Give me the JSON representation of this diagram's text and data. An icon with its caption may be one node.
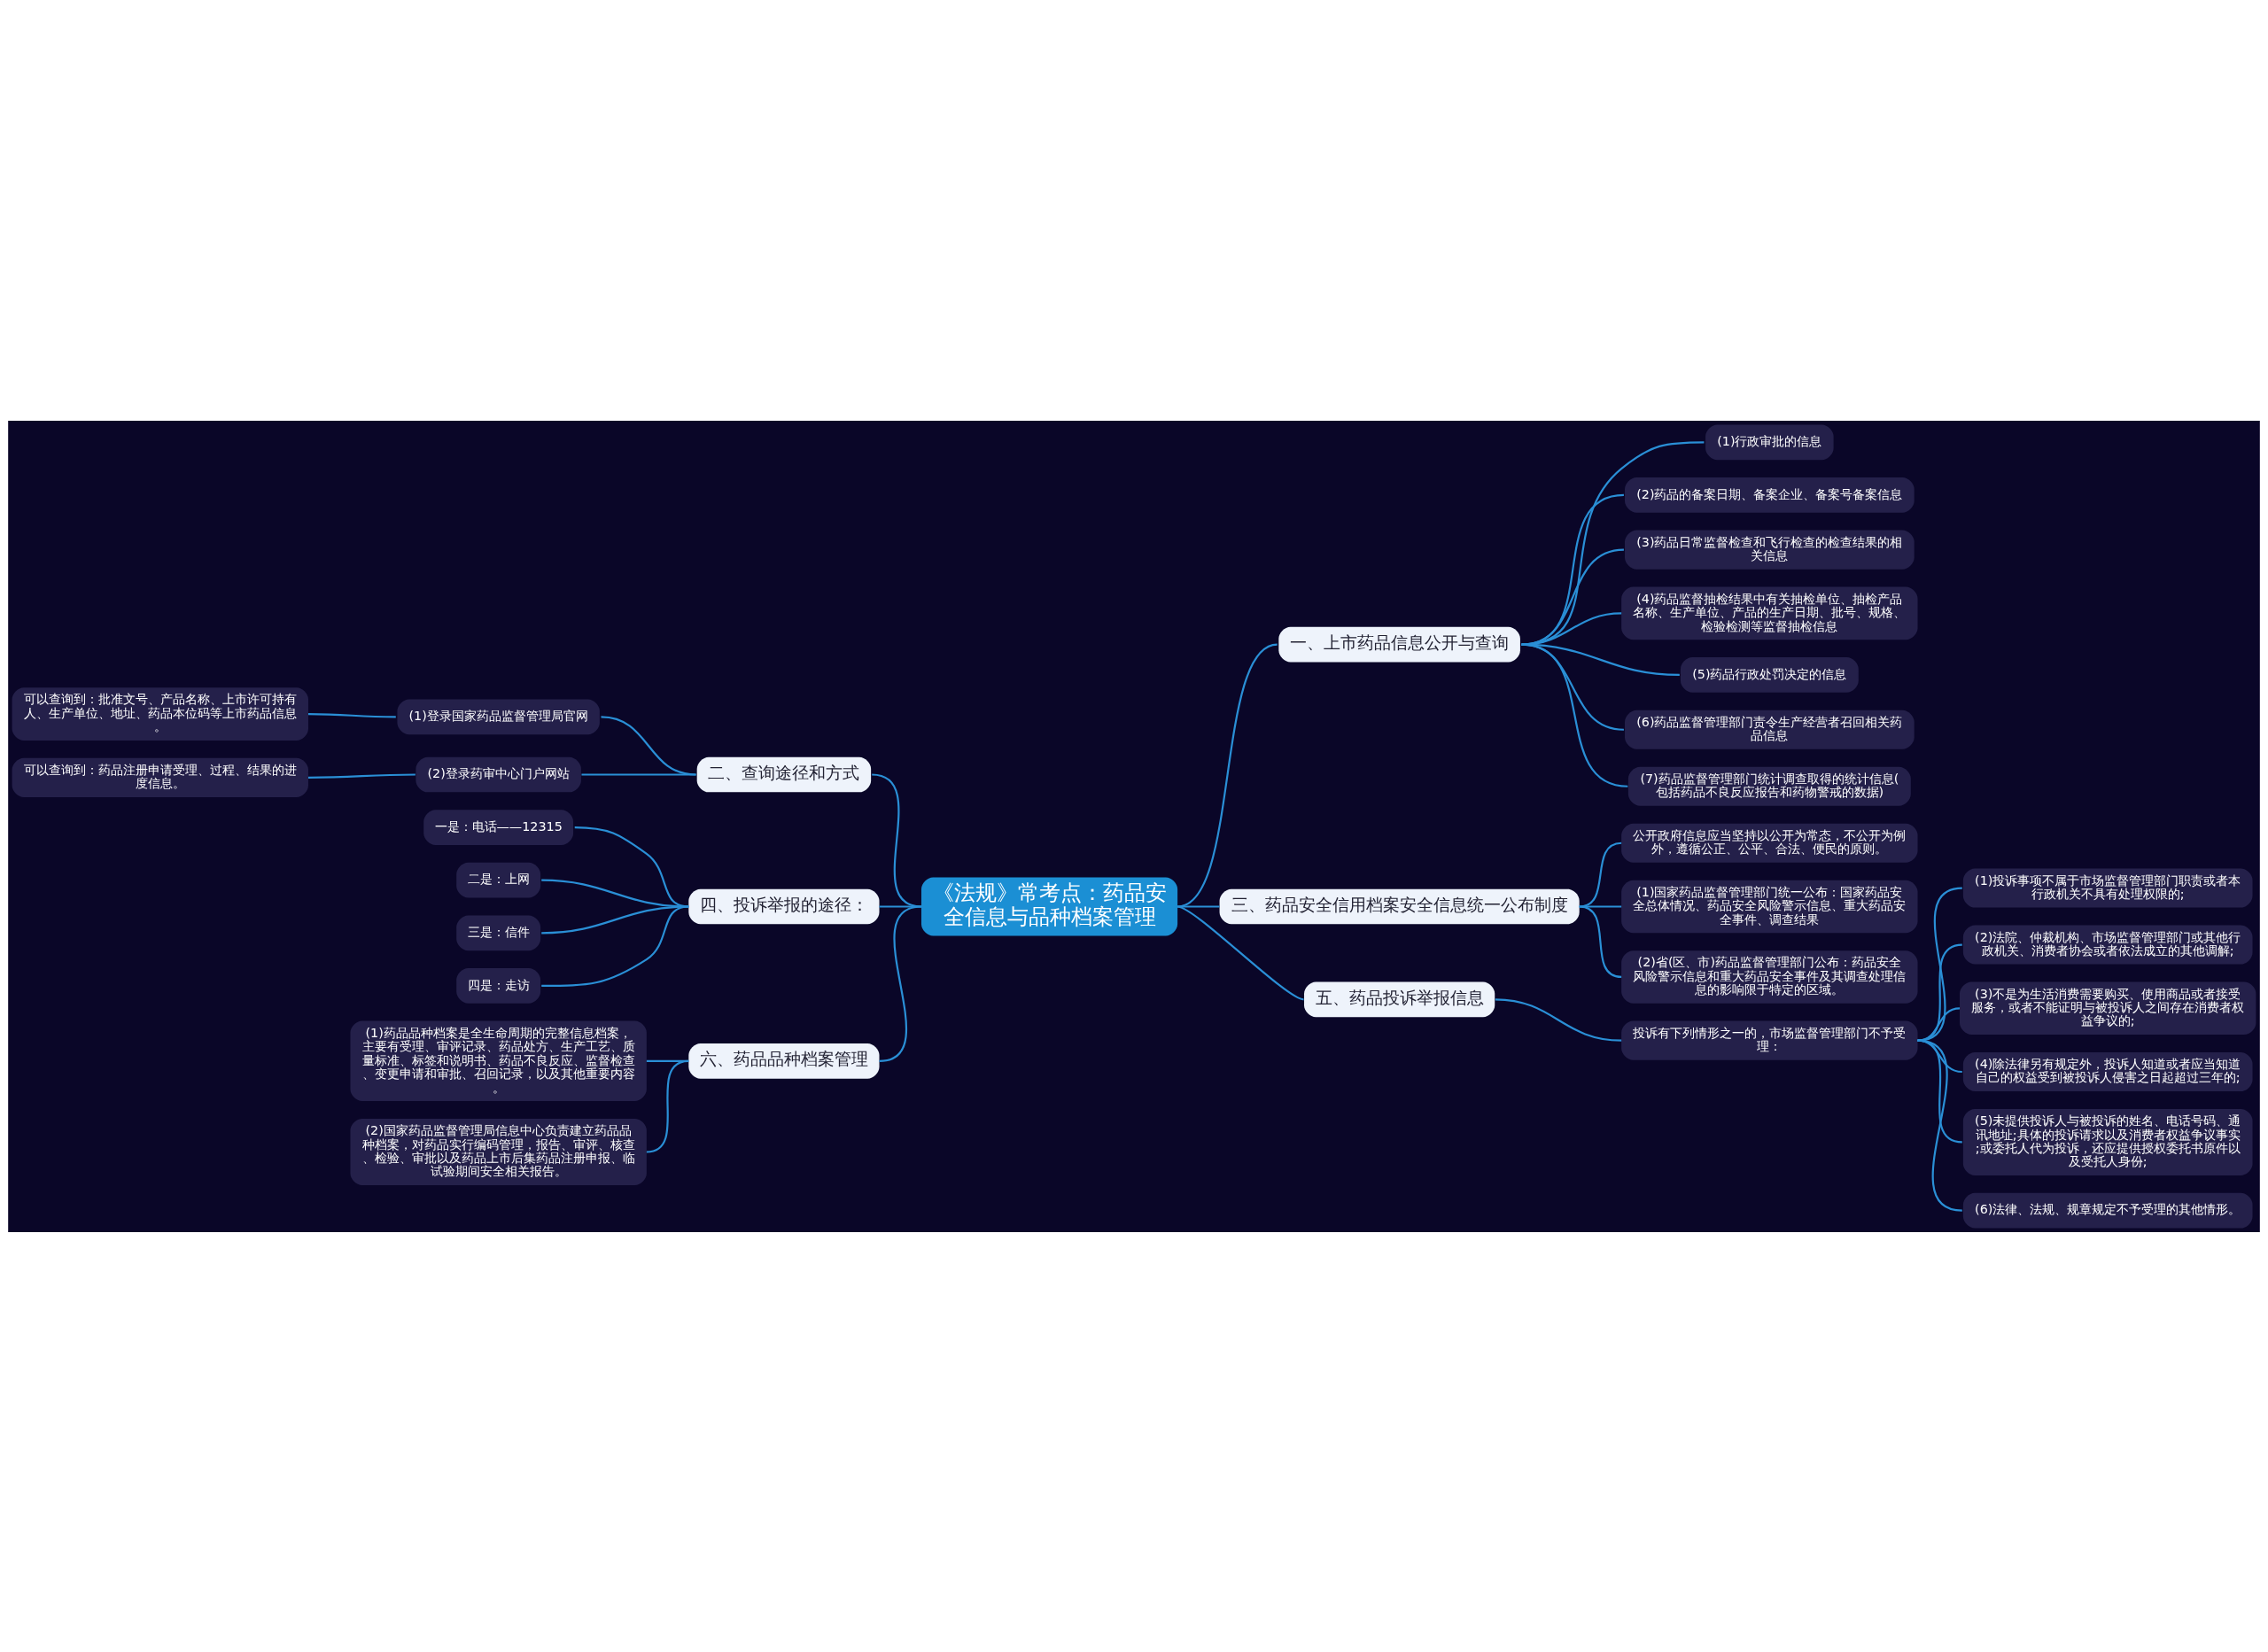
{
  "diagram": {
    "nodes": [
      {
        "text": [
          "《法规》常考点：药品安全信息与品种档案管理"
        ]
      },
      {
        "text": [
          "一、上市药品信息公开与查询"
        ]
      },
      {
        "text": [
          "(1)行政审批的信息"
        ]
      },
      {
        "text": [
          "(2)药品的备案日期、备案企业、备案号备案信息"
        ]
      },
      {
        "text": [
          "(3)药品日常监督检查和飞行检查的检查结果的相关信息"
        ]
      },
      {
        "text": [
          "(4)药品监督抽检结果中有关抽检单位、抽检产品名称、生产单位、产品的生产日期、批号、规格、检验检测等监督抽检信息"
        ]
      },
      {
        "text": [
          "(5)药品行政处罚决定的信息"
        ]
      },
      {
        "text": [
          "(6)药品监督管理部门责令生产经营者召回相关药品信息"
        ]
      },
      {
        "text": [
          "(7)药品监督管理部门统计调查取得的统计信息(包括药品不良反应报告和药物警戒的数据)"
        ]
      },
      {
        "text": [
          "三、药品安全信用档案安全信息统一公布制度"
        ]
      },
      {
        "text": [
          "公开政府信息应当坚持以公开为常态，不公开为例外，遵循公正、公平、合法、便民的原则。"
        ]
      },
      {
        "text": [
          "(1)国家药品监督管理部门统一公布：国家药品安全总体情况、药品安全风险警示信息、重大药品安全事件、调查结果"
        ]
      },
      {
        "text": [
          "(2)省(区、市)药品监督管理部门公布：药品安全风险警示信息和重大药品安全事件及其调查处理信息的影响限于特定的区域。"
        ]
      },
      {
        "text": [
          "五、药品投诉举报信息"
        ]
      },
      {
        "text": [
          "投诉有下列情形之一的，市场监督管理部门不予受理："
        ]
      },
      {
        "text": [
          "(1)投诉事项不属于市场监督管理部门职责或者本行政机关不具有处理权限的;"
        ]
      },
      {
        "text": [
          "(2)法院、仲裁机构、市场监督管理部门或其他行政机关、消费者协会或者依法成立的其他调解;"
        ]
      },
      {
        "text": [
          "(3)不是为生活消费需要购买、使用商品或者接受服务，或者不能证明与被投诉人之间存在消费者权益争议的;"
        ]
      },
      {
        "text": [
          "(4)除法律另有规定外，投诉人知道或者应当知道自己的权益受到被投诉人侵害之日起超过三年的;"
        ]
      },
      {
        "text": [
          "(5)未提供投诉人与被投诉的姓名、电话号码、通讯地址;具体的投诉请求以及消费者权益争议事实;或委托人代为投诉，还应提供授权委托书原件以及受托人身份;"
        ]
      },
      {
        "text": [
          "(6)法律、法规、规章规定不予受理的其他情形。"
        ]
      },
      {
        "text": [
          "二、查询途径和方式"
        ]
      },
      {
        "text": [
          "(1)登录国家药品监督管理局官网"
        ]
      },
      {
        "text": [
          "可以查询到：批准文号、产品名称、上市许可持有人、生产单位、地址、药品本位码等上市药品信息。"
        ]
      },
      {
        "text": [
          "(2)登录药审中心门户网站"
        ]
      },
      {
        "text": [
          "可以查询到：药品注册申请受理、过程、结果的进度信息。"
        ]
      },
      {
        "text": [
          "四、投诉举报的途径："
        ]
      },
      {
        "text": [
          "一是：电话——12315"
        ]
      },
      {
        "text": [
          "二是：上网"
        ]
      },
      {
        "text": [
          "三是：信件"
        ]
      },
      {
        "text": [
          "四是：走访"
        ]
      },
      {
        "text": [
          "六、药品品种档案管理"
        ]
      },
      {
        "text": [
          "(1)药品品种档案是全生命周期的完整信息档案，主要有受理、审评记录、药品处方、生产工艺、质量标准、标签和说明书、药品不良反应、监督检查、变更申请和审批、召回记录，以及其他重要内容。"
        ]
      },
      {
        "text": [
          "(2)国家药品监督管理局信息中心负责建立药品品种档案，对药品实行编码管理，报告、审评、核查、检验、审批以及药品上市后集药品注册申报、临试验期间安全相关报告。"
        ]
      }
    ],
    "edges": [
      {
        "from": 0,
        "to": 1,
        "arrow": "none"
      },
      {
        "from": 1,
        "to": 2,
        "arrow": "none"
      },
      {
        "from": 1,
        "to": 3,
        "arrow": "none"
      },
      {
        "from": 1,
        "to": 4,
        "arrow": "none"
      },
      {
        "from": 1,
        "to": 5,
        "arrow": "none"
      },
      {
        "from": 1,
        "to": 6,
        "arrow": "none"
      },
      {
        "from": 1,
        "to": 7,
        "arrow": "none"
      },
      {
        "from": 1,
        "to": 8,
        "arrow": "none"
      },
      {
        "from": 0,
        "to": 9,
        "arrow": "none"
      },
      {
        "from": 9,
        "to": 10,
        "arrow": "none"
      },
      {
        "from": 9,
        "to": 11,
        "arrow": "none"
      },
      {
        "from": 9,
        "to": 12,
        "arrow": "none"
      },
      {
        "from": 0,
        "to": 13,
        "arrow": "none"
      },
      {
        "from": 13,
        "to": 14,
        "arrow": "none"
      },
      {
        "from": 14,
        "to": 15,
        "arrow": "none"
      },
      {
        "from": 14,
        "to": 16,
        "arrow": "none"
      },
      {
        "from": 14,
        "to": 17,
        "arrow": "none"
      },
      {
        "from": 14,
        "to": 18,
        "arrow": "none"
      },
      {
        "from": 14,
        "to": 19,
        "arrow": "none"
      },
      {
        "from": 14,
        "to": 20,
        "arrow": "none"
      },
      {
        "from": 0,
        "to": 21,
        "arrow": "none"
      },
      {
        "from": 21,
        "to": 22,
        "arrow": "none"
      },
      {
        "from": 22,
        "to": 23,
        "arrow": "none"
      },
      {
        "from": 21,
        "to": 24,
        "arrow": "none"
      },
      {
        "from": 24,
        "to": 25,
        "arrow": "none"
      },
      {
        "from": 0,
        "to": 26,
        "arrow": "none"
      },
      {
        "from": 26,
        "to": 27,
        "arrow": "none"
      },
      {
        "from": 26,
        "to": 28,
        "arrow": "none"
      },
      {
        "from": 26,
        "to": 29,
        "arrow": "none"
      },
      {
        "from": 26,
        "to": 30,
        "arrow": "none"
      },
      {
        "from": 0,
        "to": 31,
        "arrow": "none"
      },
      {
        "from": 31,
        "to": 32,
        "arrow": "none"
      },
      {
        "from": 31,
        "to": 33,
        "arrow": "none"
      }
    ]
  }
}
